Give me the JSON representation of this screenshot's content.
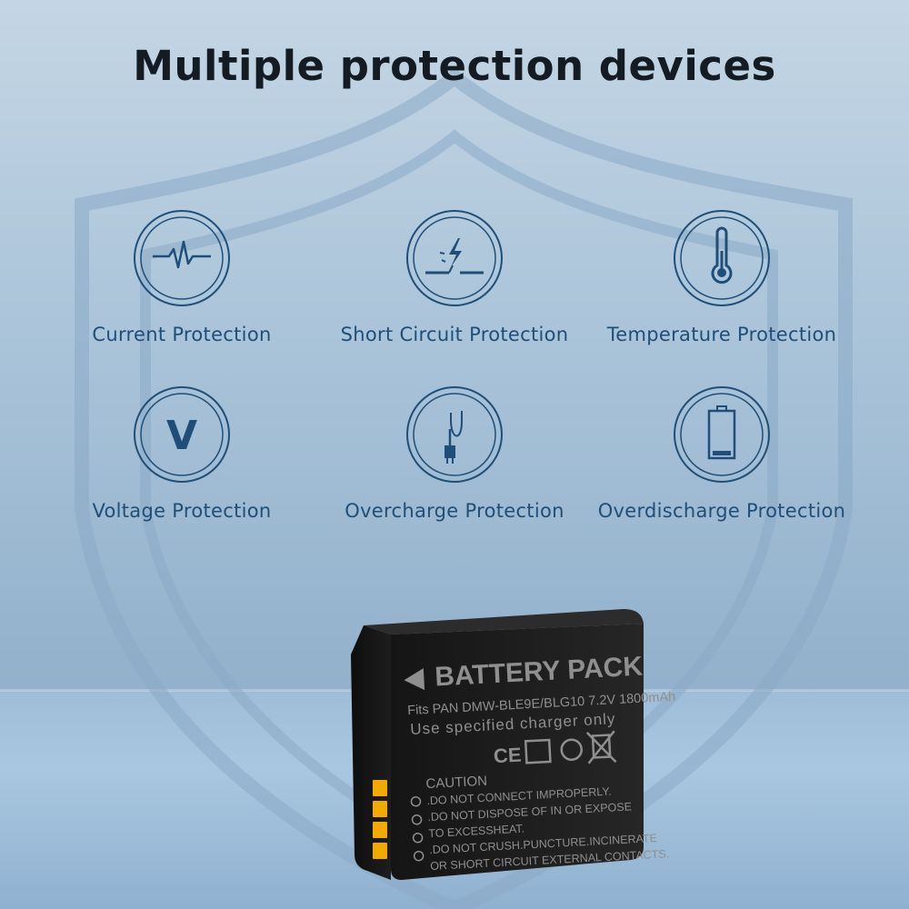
{
  "title": "Multiple protection devices",
  "features": [
    {
      "label": "Current Protection",
      "icon": "pulse-icon"
    },
    {
      "label": "Short Circuit Protection",
      "icon": "short-circuit-icon"
    },
    {
      "label": "Temperature Protection",
      "icon": "thermometer-icon"
    },
    {
      "label": "Voltage Protection",
      "icon": "voltage-icon",
      "glyph": "V"
    },
    {
      "label": "Overcharge Protection",
      "icon": "charger-plug-icon"
    },
    {
      "label": "Overdischarge Protection",
      "icon": "battery-low-icon"
    }
  ],
  "battery": {
    "heading": "BATTERY PACK",
    "fits": "Fits PAN DMW-BLE9E/BLG10 7.2V 1800mAh",
    "charger_note": "Use specified charger only",
    "ce_mark": "CE",
    "caution": "CAUTION",
    "warnings": [
      ".DO NOT CONNECT IMPROPERLY.",
      ".DO NOT DISPOSE OF IN OR EXPOSE",
      "TO EXCESSHEAT.",
      ".DO NOT CRUSH.PUNCTURE.INCINERATE",
      "OR SHORT CIRCUIT EXTERNAL CONTACTS."
    ]
  },
  "colors": {
    "accent": "#1f4f78",
    "title": "#141b22",
    "battery_body": "#1c1c1c",
    "contacts": "#f2a900"
  }
}
